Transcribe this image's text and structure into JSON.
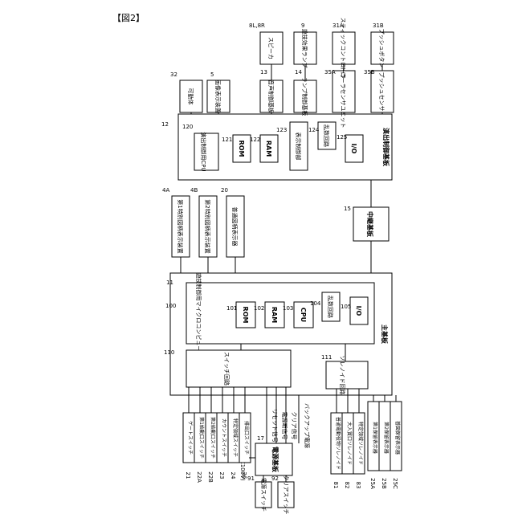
{
  "figure_label": "【図2】",
  "main_board": {
    "label": "主基板",
    "ref": "11"
  },
  "microcomputer": {
    "label": "遊技制御用マイクロコンピュータ",
    "ref": "100"
  },
  "mc_rom": {
    "label": "ROM",
    "ref": "101"
  },
  "mc_ram": {
    "label": "RAM",
    "ref": "102"
  },
  "mc_cpu": {
    "label": "CPU",
    "ref": "103"
  },
  "mc_rand": {
    "label": "乱数回路",
    "ref": "104"
  },
  "mc_io": {
    "label": "I/O",
    "ref": "105"
  },
  "switch_circuit": {
    "label": "スイッチ回路",
    "ref": "110"
  },
  "solenoid_circuit": {
    "label": "ソレノイド回路",
    "ref": "111"
  },
  "effect_board": {
    "label": "演出制御基板",
    "ref": "12"
  },
  "effect_cpu": {
    "label": "演出制御用CPU",
    "ref": "120"
  },
  "effect_rom": {
    "label": "ROM",
    "ref": "121"
  },
  "effect_ram": {
    "label": "RAM",
    "ref": "122"
  },
  "display_ctrl": {
    "label": "表示制御部",
    "ref": "123"
  },
  "effect_rand": {
    "label": "乱数回路",
    "ref": "124"
  },
  "effect_io": {
    "label": "I/O",
    "ref": "125"
  },
  "relay_board": {
    "label": "中継基板",
    "ref": "15"
  },
  "display_1": {
    "label": "第1特別図柄表示装置",
    "ref": "4A"
  },
  "display_2": {
    "label": "第2特別図柄表示装置",
    "ref": "4B"
  },
  "display_normal": {
    "label": "普通図柄表示器",
    "ref": "20"
  },
  "movable": {
    "label": "可動体",
    "ref": "32"
  },
  "image_display": {
    "label": "画像表示装置",
    "ref": "5"
  },
  "sound_board": {
    "label": "音声制御基板",
    "ref": "13"
  },
  "lamp_board": {
    "label": "ランプ制御基板",
    "ref": "14"
  },
  "ctrl_sensor": {
    "label": "コントローラセンサユニット",
    "ref": "35A"
  },
  "push_sensor": {
    "label": "プッシュセンサ",
    "ref": "35B"
  },
  "speaker": {
    "label": "スピーカ",
    "ref": "8L,8R"
  },
  "effect_lamp": {
    "label": "遊技効果ランプ",
    "ref": "9"
  },
  "stick_ctrl": {
    "label": "スティックコントローラ",
    "ref": "31A"
  },
  "push_button": {
    "label": "プッシュボタン",
    "ref": "31B"
  },
  "power_board": {
    "label": "電源基板",
    "ref": "17"
  },
  "power_switch": {
    "label": "電源スイッチ",
    "ref": "91"
  },
  "clear_switch": {
    "label": "クリアスイッチ",
    "ref": "92"
  },
  "ac_label": "(AC100V)",
  "signals": [
    "リセット信号",
    "電源断信号",
    "クリア信号",
    "バックアップ電源"
  ],
  "switches": [
    {
      "label": "ゲートスイッチ",
      "ref": "21"
    },
    {
      "label": "第1始動口スイッチ",
      "ref": "22A"
    },
    {
      "label": "第2始動口スイッチ",
      "ref": "22B"
    },
    {
      "label": "カウントスイッチ",
      "ref": "23"
    },
    {
      "label": "特定領域スイッチ",
      "ref": "24"
    },
    {
      "label": "排出口スイッチ",
      "ref": "26"
    }
  ],
  "solenoids": [
    {
      "label": "普通電動役物ソレノイド",
      "ref": "81"
    },
    {
      "label": "大入賞口ソレノイド",
      "ref": "82"
    },
    {
      "label": "特定領域ソレノイド",
      "ref": "83"
    }
  ],
  "hold_displays": [
    {
      "label": "第1保留表示器",
      "ref": "25A"
    },
    {
      "label": "第2保留表示器",
      "ref": "25B"
    },
    {
      "label": "普図保留表示器",
      "ref": "25C"
    }
  ]
}
